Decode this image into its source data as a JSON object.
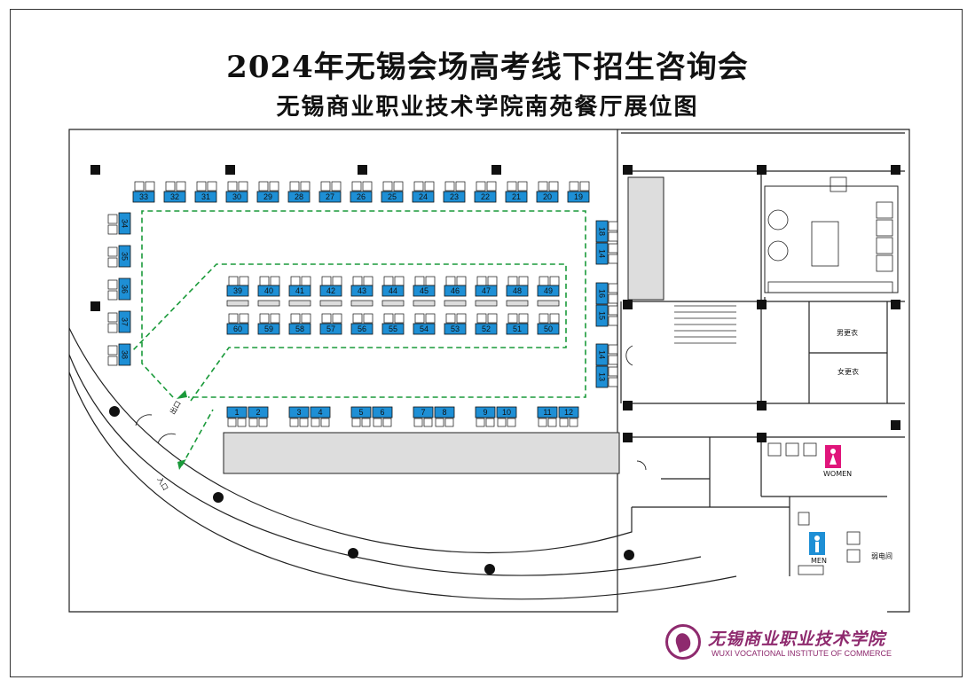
{
  "title": "2024年无锡会场高考线下招生咨询会",
  "subtitle": "无锡商业职业技术学院南苑餐厅展位图",
  "colors": {
    "booth": "#1e8fd5",
    "route": "#1a9a3a",
    "women": "#e0157b",
    "men": "#1e8fd5",
    "logo": "#8e2a6e",
    "wall": "#222222",
    "stage": "#dddddd"
  },
  "booths": {
    "top_row": [
      "33",
      "32",
      "31",
      "30",
      "29",
      "28",
      "27",
      "26",
      "25",
      "24",
      "23",
      "22",
      "21",
      "20",
      "19"
    ],
    "left_column": [
      "34",
      "35",
      "36",
      "37",
      "38"
    ],
    "right_column": [
      "18",
      "14",
      "16",
      "15",
      "14",
      "13"
    ],
    "inner_top_row": [
      "39",
      "40",
      "41",
      "42",
      "43",
      "44",
      "45",
      "46",
      "47",
      "48",
      "49"
    ],
    "inner_bottom_row": [
      "60",
      "59",
      "58",
      "57",
      "56",
      "55",
      "54",
      "53",
      "52",
      "51",
      "50"
    ],
    "front_row": [
      "1",
      "2",
      "3",
      "4",
      "5",
      "6",
      "7",
      "8",
      "9",
      "10",
      "11",
      "12"
    ]
  },
  "labels": {
    "exit": "出口",
    "entrance": "入口",
    "male_changing": "男更衣",
    "female_changing": "女更衣",
    "women": "WOMEN",
    "men": "MEN",
    "utility_room": "弱电间"
  },
  "logo": {
    "name_cn": "无锡商业职业技术学院",
    "name_en": "WUXI VOCATIONAL INSTITUTE OF COMMERCE"
  }
}
